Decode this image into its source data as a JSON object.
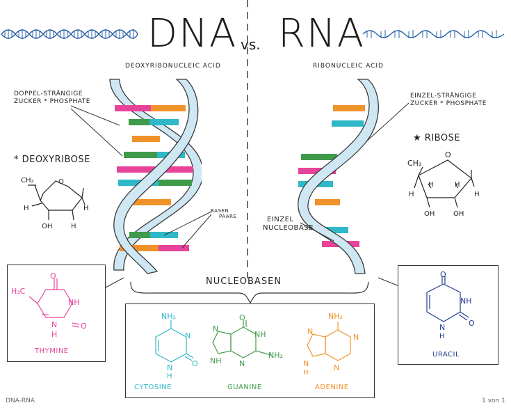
{
  "header": {
    "dna_title": "DNA",
    "vs_label": "vs.",
    "rna_title": "RNA"
  },
  "dna": {
    "subtitle": "Deoxyribonucleic acid",
    "strand_label": [
      "Doppel-strängige",
      "Zucker * Phosphate"
    ],
    "sugar_title": "* Deoxyribose",
    "basepair_label": [
      "Basen",
      "paare"
    ]
  },
  "rna": {
    "subtitle": "Ribonucleic acid",
    "strand_label": [
      "Einzel-strängige",
      "Zucker * Phosphate"
    ],
    "sugar_title": "★ Ribose",
    "nucleobase_label": [
      "Einzel",
      "Nucleobase"
    ]
  },
  "structures": {
    "ch2": "CH₂",
    "o": "O",
    "h": "H",
    "oh": "OH",
    "nh": "NH",
    "n": "N",
    "nh2": "NH₂",
    "h3c": "H₃C"
  },
  "nucleobases": {
    "title": "Nucleobasen",
    "thymine": "Thymine",
    "uracil": "Uracil",
    "cytosine": "Cytosine",
    "guanine": "Guanine",
    "adenine": "Adenine"
  },
  "colors": {
    "pink": "#e8439b",
    "orange": "#f0922a",
    "green": "#3f9a4a",
    "cyan": "#2fb8c8",
    "blue_helix": "#cfe7f3",
    "helix_stroke": "#3a3a3a",
    "navy": "#1f3f8f",
    "wave": "#2a63a8"
  },
  "footer": {
    "left": "DNA-RNA",
    "right": "1 von 1"
  }
}
